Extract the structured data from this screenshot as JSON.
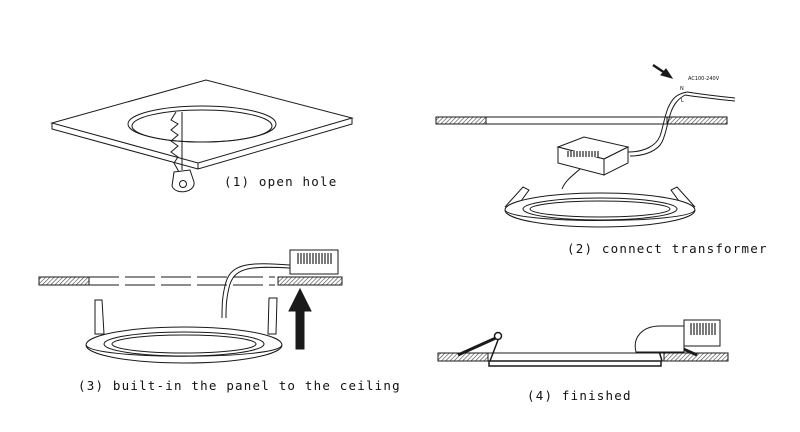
{
  "steps": [
    {
      "caption": "(1) open hole"
    },
    {
      "caption": "(2) connect transformer"
    },
    {
      "caption": "(3) built-in the panel to the ceiling"
    },
    {
      "caption": "(4) finished"
    }
  ],
  "wiring": {
    "voltage_label": "AC100-240V",
    "live_label": "N",
    "neutral_label": "L"
  },
  "colors": {
    "line": "#1a1a1a",
    "hatch": "#555555",
    "background": "#ffffff"
  }
}
